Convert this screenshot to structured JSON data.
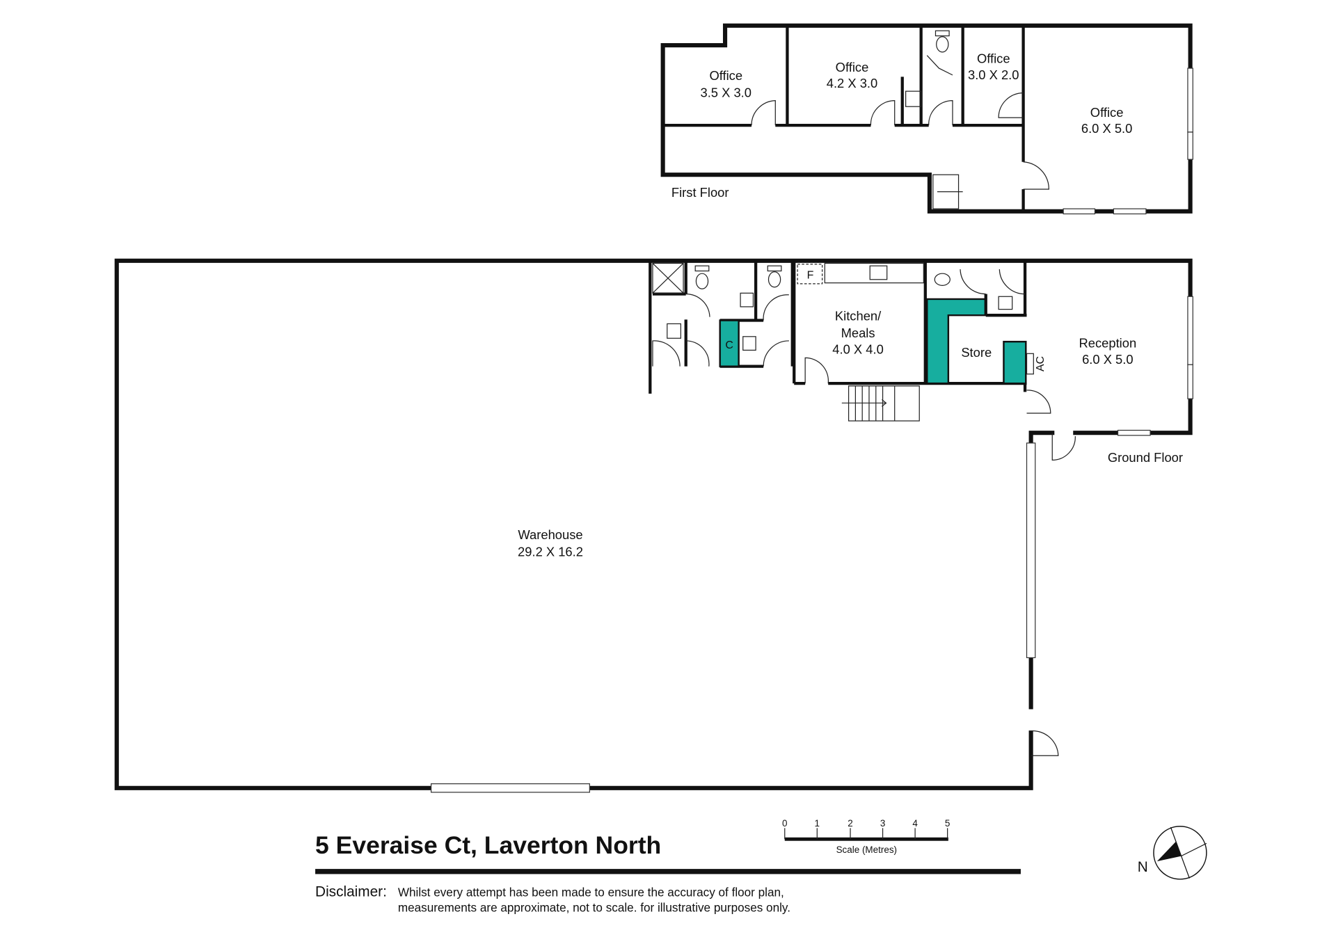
{
  "title": "5 Everaise Ct, Laverton North",
  "disclaimer": {
    "label": "Disclaimer:",
    "line1": "Whilst every attempt has been made to ensure the accuracy of floor plan,",
    "line2": "measurements are approximate, not to scale. for illustrative purposes only."
  },
  "scale": {
    "ticks": [
      "0",
      "1",
      "2",
      "3",
      "4",
      "5"
    ],
    "label": "Scale (Metres)"
  },
  "compass": {
    "label": "N"
  },
  "first_floor": {
    "label": "First Floor",
    "rooms": [
      {
        "name": "Office",
        "size": "3.5 X 3.0"
      },
      {
        "name": "Office",
        "size": "4.2 X 3.0"
      },
      {
        "name": "Office",
        "size": "3.0 X 2.0"
      },
      {
        "name": "Office",
        "size": "6.0 X 5.0"
      }
    ]
  },
  "ground_floor": {
    "label": "Ground Floor",
    "rooms": [
      {
        "name": "Warehouse",
        "size": "29.2 X 16.2"
      },
      {
        "name": "Kitchen/",
        "name2": "Meals",
        "size": "4.0 X 4.0"
      },
      {
        "name": "Store"
      },
      {
        "name": "Reception",
        "size": "6.0 X 5.0"
      }
    ],
    "markers": {
      "cupboard": "C",
      "fridge": "F",
      "aircon": "AC"
    }
  },
  "colors": {
    "accent": "#17ae9f",
    "wall": "#111111"
  }
}
